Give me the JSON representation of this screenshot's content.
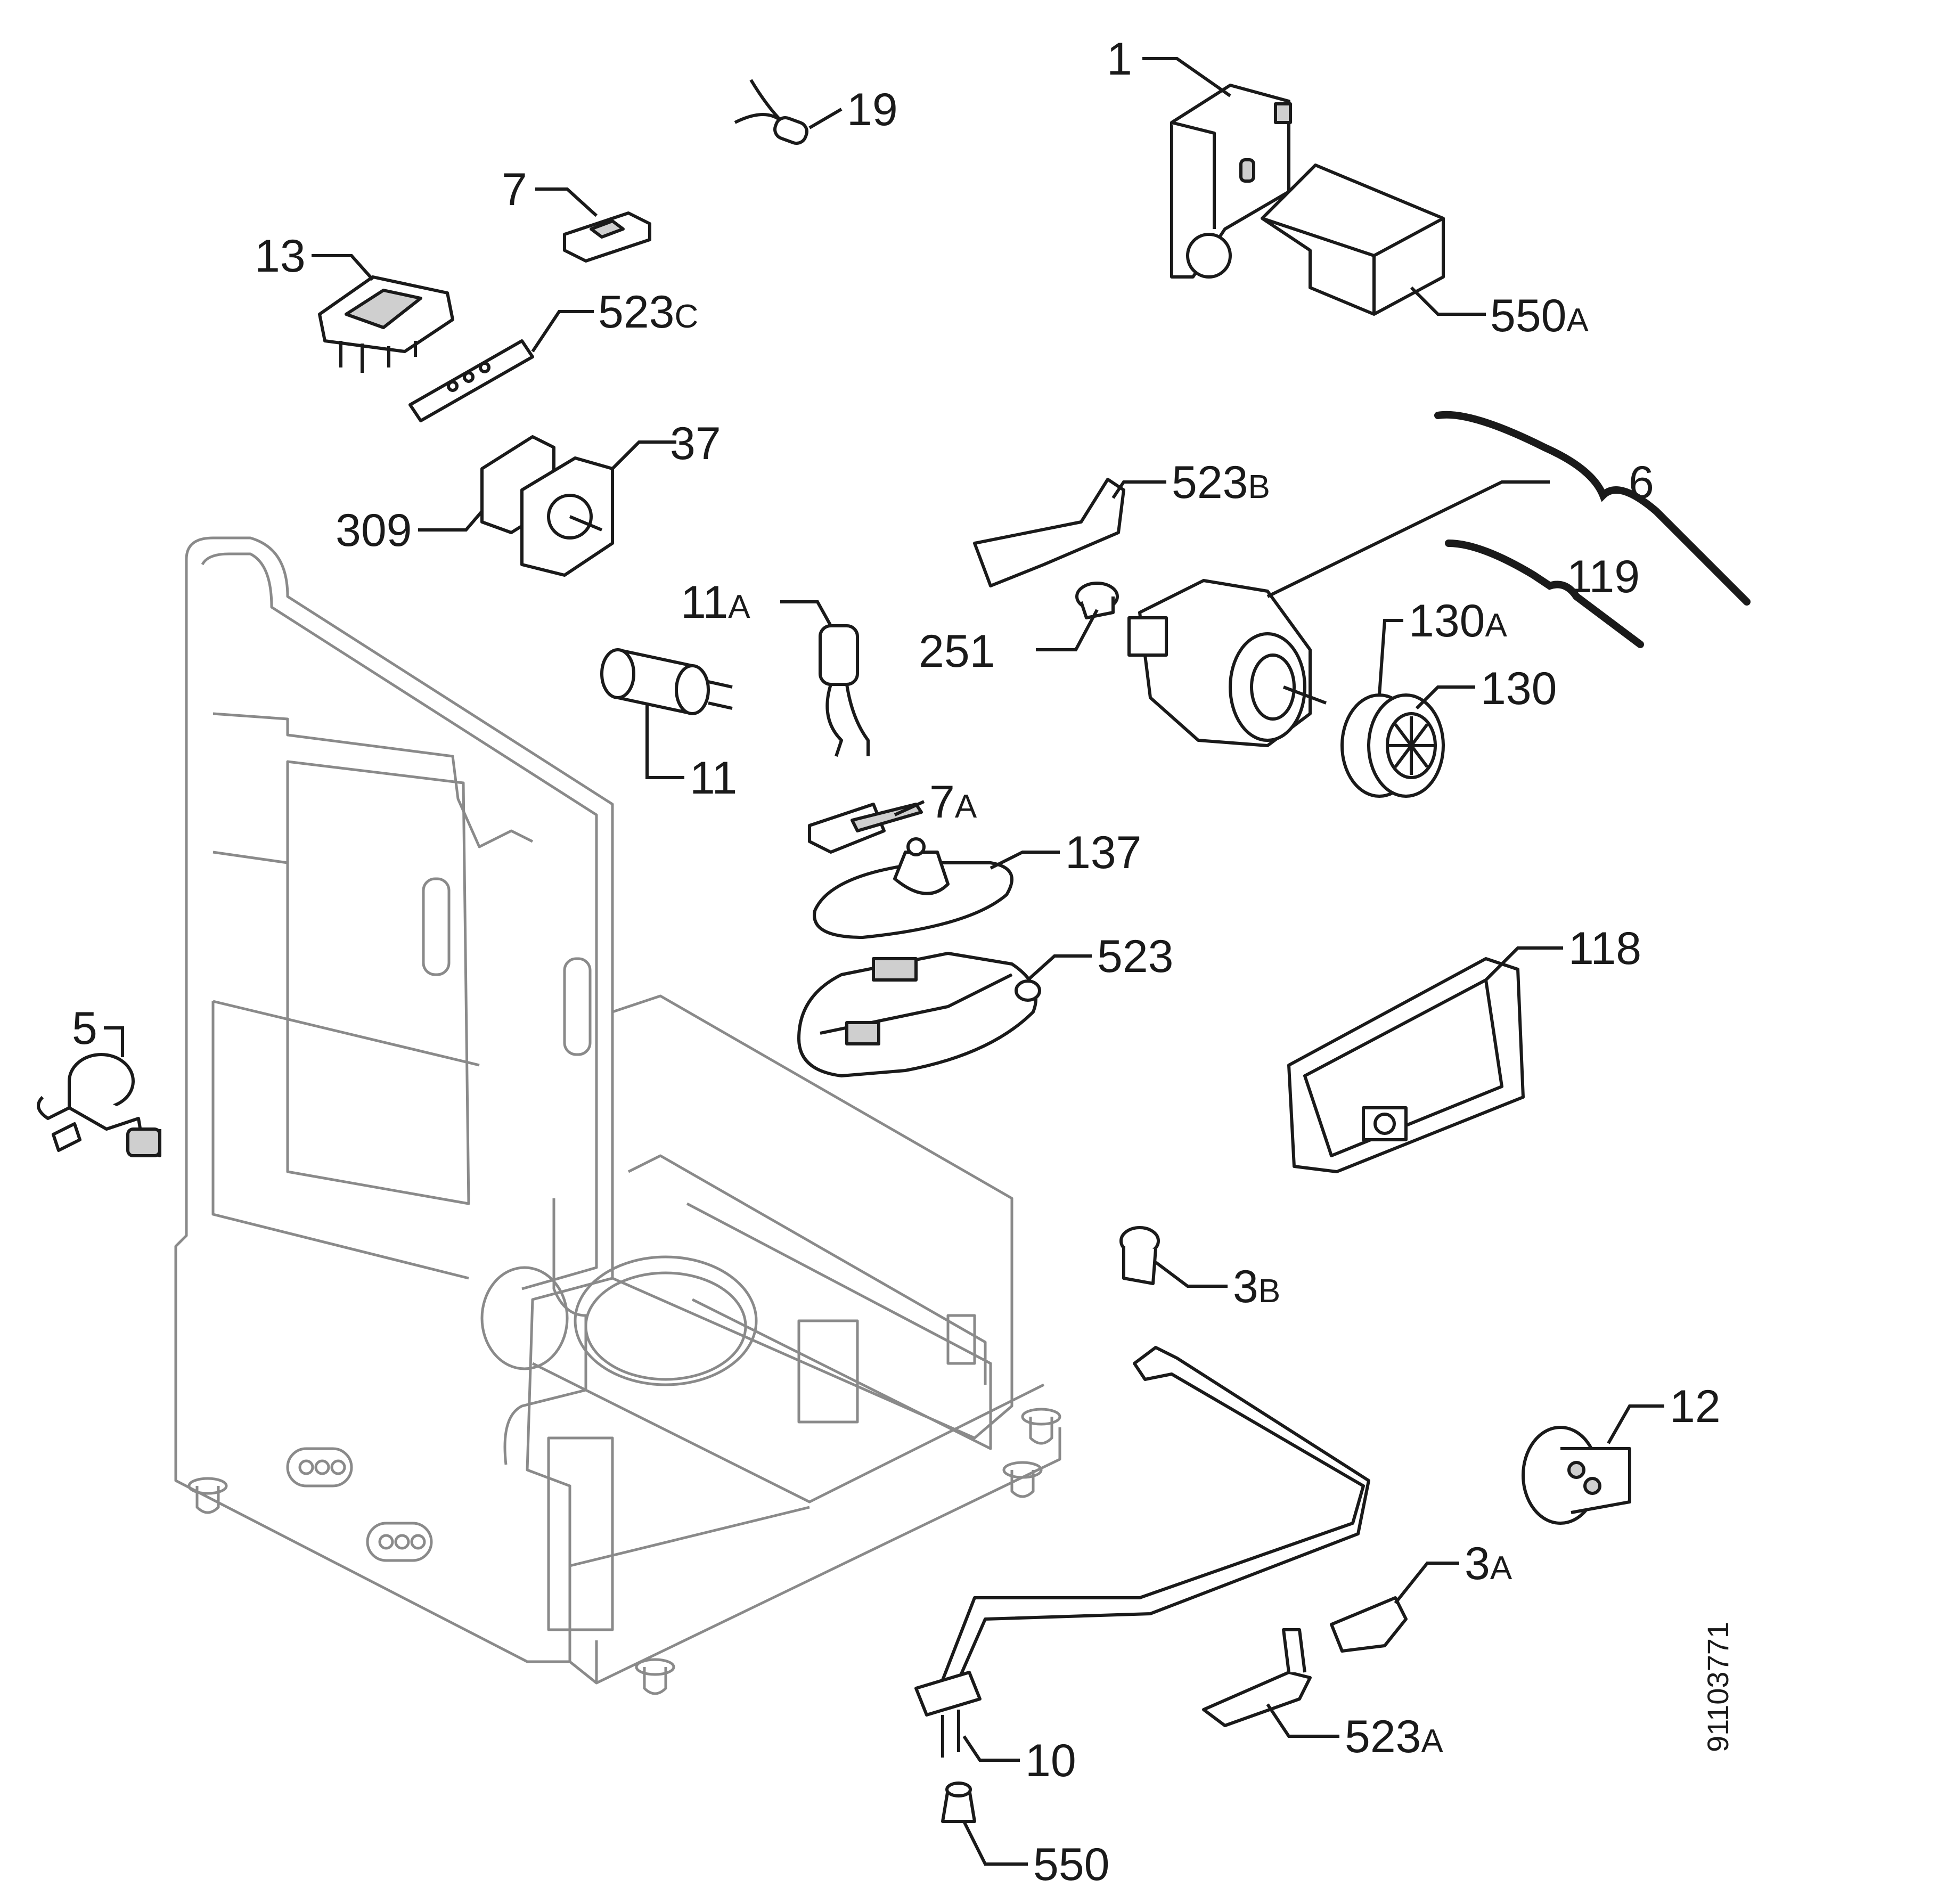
{
  "diagram": {
    "doc_number": "91103771",
    "callouts": [
      {
        "id": "1",
        "base": "1",
        "suffix": ""
      },
      {
        "id": "19",
        "base": "19",
        "suffix": ""
      },
      {
        "id": "7",
        "base": "7",
        "suffix": ""
      },
      {
        "id": "13",
        "base": "13",
        "suffix": ""
      },
      {
        "id": "523C",
        "base": "523",
        "suffix": "C"
      },
      {
        "id": "550A",
        "base": "550",
        "suffix": "A"
      },
      {
        "id": "37",
        "base": "37",
        "suffix": ""
      },
      {
        "id": "309",
        "base": "309",
        "suffix": ""
      },
      {
        "id": "523B",
        "base": "523",
        "suffix": "B"
      },
      {
        "id": "6",
        "base": "6",
        "suffix": ""
      },
      {
        "id": "119",
        "base": "119",
        "suffix": ""
      },
      {
        "id": "11A",
        "base": "11",
        "suffix": "A"
      },
      {
        "id": "130A",
        "base": "130",
        "suffix": "A"
      },
      {
        "id": "251",
        "base": "251",
        "suffix": ""
      },
      {
        "id": "130",
        "base": "130",
        "suffix": ""
      },
      {
        "id": "11",
        "base": "11",
        "suffix": ""
      },
      {
        "id": "7A",
        "base": "7",
        "suffix": "A"
      },
      {
        "id": "137",
        "base": "137",
        "suffix": ""
      },
      {
        "id": "523",
        "base": "523",
        "suffix": ""
      },
      {
        "id": "118",
        "base": "118",
        "suffix": ""
      },
      {
        "id": "5",
        "base": "5",
        "suffix": ""
      },
      {
        "id": "3B",
        "base": "3",
        "suffix": "B"
      },
      {
        "id": "12",
        "base": "12",
        "suffix": ""
      },
      {
        "id": "3A",
        "base": "3",
        "suffix": "A"
      },
      {
        "id": "523A",
        "base": "523",
        "suffix": "A"
      },
      {
        "id": "10",
        "base": "10",
        "suffix": ""
      },
      {
        "id": "550",
        "base": "550",
        "suffix": ""
      }
    ]
  }
}
